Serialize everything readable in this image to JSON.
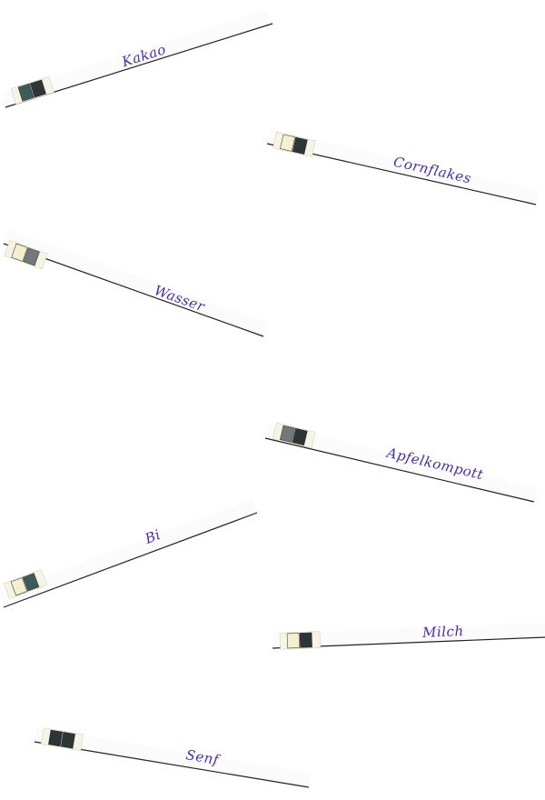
{
  "scene": {
    "background_color": "#ffffff",
    "line_color": "#222222",
    "strip_color": "#fbfbfb",
    "label_color": "#4b2f9a",
    "pad_colors": {
      "white": "#f3efcf",
      "gray": "#74787a",
      "dark": "#2d3536",
      "teal": "#3d5c59"
    }
  },
  "strips": [
    {
      "label": "Kakao",
      "pads": [
        "teal",
        "dark"
      ]
    },
    {
      "label": "Cornflakes",
      "pads": [
        "white",
        "dark"
      ]
    },
    {
      "label": "Wasser",
      "pads": [
        "white",
        "gray"
      ]
    },
    {
      "label": "Apfelkompott",
      "pads": [
        "gray",
        "dark"
      ]
    },
    {
      "label": "Bi",
      "pads": [
        "white",
        "teal"
      ]
    },
    {
      "label": "Milch",
      "pads": [
        "white",
        "dark"
      ]
    },
    {
      "label": "Senf",
      "pads": [
        "dark",
        "dark"
      ]
    }
  ]
}
